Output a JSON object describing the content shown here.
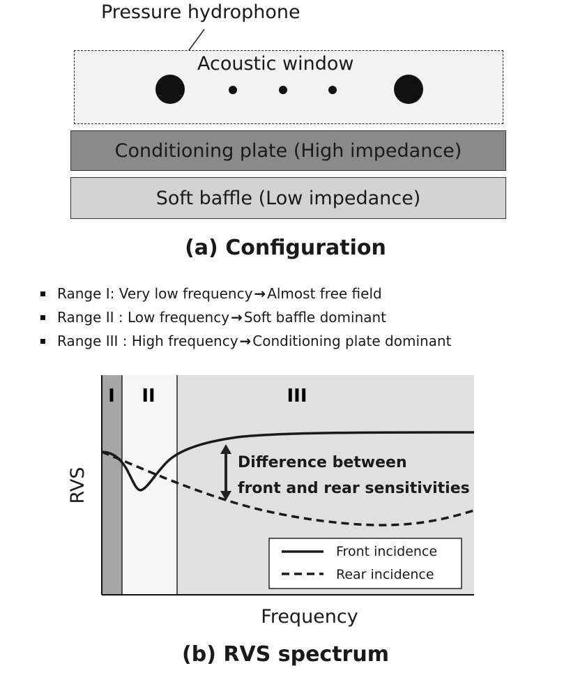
{
  "config": {
    "hydrophone_label": "Pressure hydrophone",
    "window_label": "Acoustic window",
    "plate_label": "Conditioning plate (High impedance)",
    "baffle_label": "Soft baffle (Low impedance)",
    "caption": "(a) Configuration"
  },
  "ranges": [
    {
      "prefix": "Range I: Very low frequency",
      "arrow": "→",
      "suffix": "Almost free field"
    },
    {
      "prefix": "Range II : Low frequency",
      "arrow": "→",
      "suffix": "Soft baffle dominant"
    },
    {
      "prefix": "Range III : High frequency",
      "arrow": "→",
      "suffix": "Conditioning plate dominant"
    }
  ],
  "plot": {
    "region_labels": [
      "I",
      "II",
      "III"
    ],
    "ylabel": "RVS",
    "xlabel": "Frequency",
    "annotation_line1": "Difference between",
    "annotation_line2": "front and rear sensitivities",
    "legend": [
      "Front incidence",
      "Rear incidence"
    ],
    "caption": "(b) RVS spectrum"
  },
  "colors": {
    "region_I": "#a6a6a6",
    "region_II": "#f6f6f6",
    "region_III": "#e0e0e0",
    "plate": "#8a8a8a",
    "baffle": "#d3d3d3",
    "window": "#f2f2f2"
  }
}
